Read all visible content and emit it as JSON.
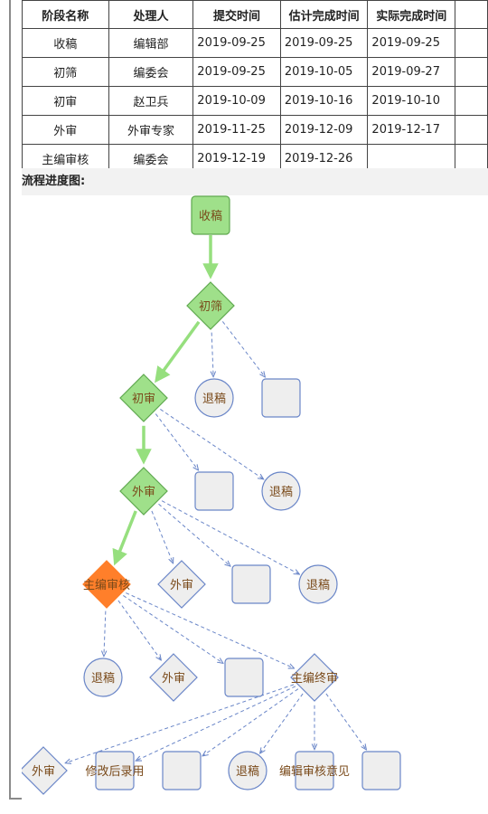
{
  "table": {
    "headers": [
      "阶段名称",
      "处理人",
      "提交时间",
      "估计完成时间",
      "实际完成时间",
      ""
    ],
    "rows": [
      [
        "收稿",
        "编辑部",
        "2019-09-25",
        "2019-09-25",
        "2019-09-25",
        ""
      ],
      [
        "初筛",
        "编委会",
        "2019-09-25",
        "2019-10-05",
        "2019-09-27",
        ""
      ],
      [
        "初审",
        "赵卫兵",
        "2019-10-09",
        "2019-10-16",
        "2019-10-10",
        ""
      ],
      [
        "外审",
        "外审专家",
        "2019-11-25",
        "2019-12-09",
        "2019-12-17",
        ""
      ],
      [
        "主编审核",
        "编委会",
        "2019-12-19",
        "2019-12-26",
        "",
        ""
      ]
    ]
  },
  "flow_label": "流程进度图:",
  "colors": {
    "done_fill": "#9fe08a",
    "done_stroke": "#5fa84f",
    "current_fill": "#ff7f2a",
    "pending_fill": "#eeeeee",
    "pending_stroke": "#6a86c8",
    "done_arrow": "#96df7e",
    "pending_arrow": "#6a86c8"
  },
  "nodes": [
    {
      "id": "shougao",
      "shape": "rect",
      "label": "收稿",
      "state": "done"
    },
    {
      "id": "chushai",
      "shape": "diamond",
      "label": "初筛",
      "state": "done"
    },
    {
      "id": "tuigao1",
      "shape": "circle",
      "label": "退稿",
      "state": "pending"
    },
    {
      "id": "blank1",
      "shape": "rect",
      "label": "",
      "state": "pending"
    },
    {
      "id": "chushen",
      "shape": "diamond",
      "label": "初审",
      "state": "done"
    },
    {
      "id": "blank2",
      "shape": "rect",
      "label": "",
      "state": "pending"
    },
    {
      "id": "tuigao2",
      "shape": "circle",
      "label": "退稿",
      "state": "pending"
    },
    {
      "id": "waishen",
      "shape": "diamond",
      "label": "外审",
      "state": "done"
    },
    {
      "id": "waishen2",
      "shape": "diamond",
      "label": "外审",
      "state": "pending"
    },
    {
      "id": "blank3",
      "shape": "rect",
      "label": "",
      "state": "pending"
    },
    {
      "id": "tuigao3",
      "shape": "circle",
      "label": "退稿",
      "state": "pending"
    },
    {
      "id": "zhubian",
      "shape": "diamond",
      "label": "主编审核",
      "state": "current"
    },
    {
      "id": "tuigao4",
      "shape": "circle",
      "label": "退稿",
      "state": "pending"
    },
    {
      "id": "waishen3",
      "shape": "diamond",
      "label": "外审",
      "state": "pending"
    },
    {
      "id": "blank4",
      "shape": "rect",
      "label": "",
      "state": "pending"
    },
    {
      "id": "zhongshen",
      "shape": "diamond",
      "label": "主编终审",
      "state": "pending"
    },
    {
      "id": "waishen4",
      "shape": "diamond",
      "label": "外审",
      "state": "pending"
    },
    {
      "id": "xiugai",
      "shape": "rect",
      "label": "修改后录用",
      "state": "pending"
    },
    {
      "id": "blank5",
      "shape": "rect",
      "label": "",
      "state": "pending"
    },
    {
      "id": "tuigao5",
      "shape": "circle",
      "label": "退稿",
      "state": "pending"
    },
    {
      "id": "yijian",
      "shape": "rect",
      "label": "编辑审核意见",
      "state": "pending"
    },
    {
      "id": "blank6",
      "shape": "rect",
      "label": "",
      "state": "pending"
    }
  ],
  "edges": [
    {
      "from": "shougao",
      "to": "chushai",
      "state": "done"
    },
    {
      "from": "chushai",
      "to": "chushen",
      "state": "done"
    },
    {
      "from": "chushai",
      "to": "tuigao1",
      "state": "pending"
    },
    {
      "from": "chushai",
      "to": "blank1",
      "state": "pending"
    },
    {
      "from": "chushen",
      "to": "waishen",
      "state": "done"
    },
    {
      "from": "chushen",
      "to": "blank2",
      "state": "pending"
    },
    {
      "from": "chushen",
      "to": "tuigao2",
      "state": "pending"
    },
    {
      "from": "waishen",
      "to": "zhubian",
      "state": "done"
    },
    {
      "from": "waishen",
      "to": "waishen2",
      "state": "pending"
    },
    {
      "from": "waishen",
      "to": "blank3",
      "state": "pending"
    },
    {
      "from": "waishen",
      "to": "tuigao3",
      "state": "pending"
    },
    {
      "from": "zhubian",
      "to": "tuigao4",
      "state": "pending"
    },
    {
      "from": "zhubian",
      "to": "waishen3",
      "state": "pending"
    },
    {
      "from": "zhubian",
      "to": "blank4",
      "state": "pending"
    },
    {
      "from": "zhubian",
      "to": "zhongshen",
      "state": "pending"
    },
    {
      "from": "zhongshen",
      "to": "waishen4",
      "state": "pending"
    },
    {
      "from": "zhongshen",
      "to": "xiugai",
      "state": "pending"
    },
    {
      "from": "zhongshen",
      "to": "blank5",
      "state": "pending"
    },
    {
      "from": "zhongshen",
      "to": "tuigao5",
      "state": "pending"
    },
    {
      "from": "zhongshen",
      "to": "yijian",
      "state": "pending"
    },
    {
      "from": "zhongshen",
      "to": "blank6",
      "state": "pending"
    }
  ]
}
